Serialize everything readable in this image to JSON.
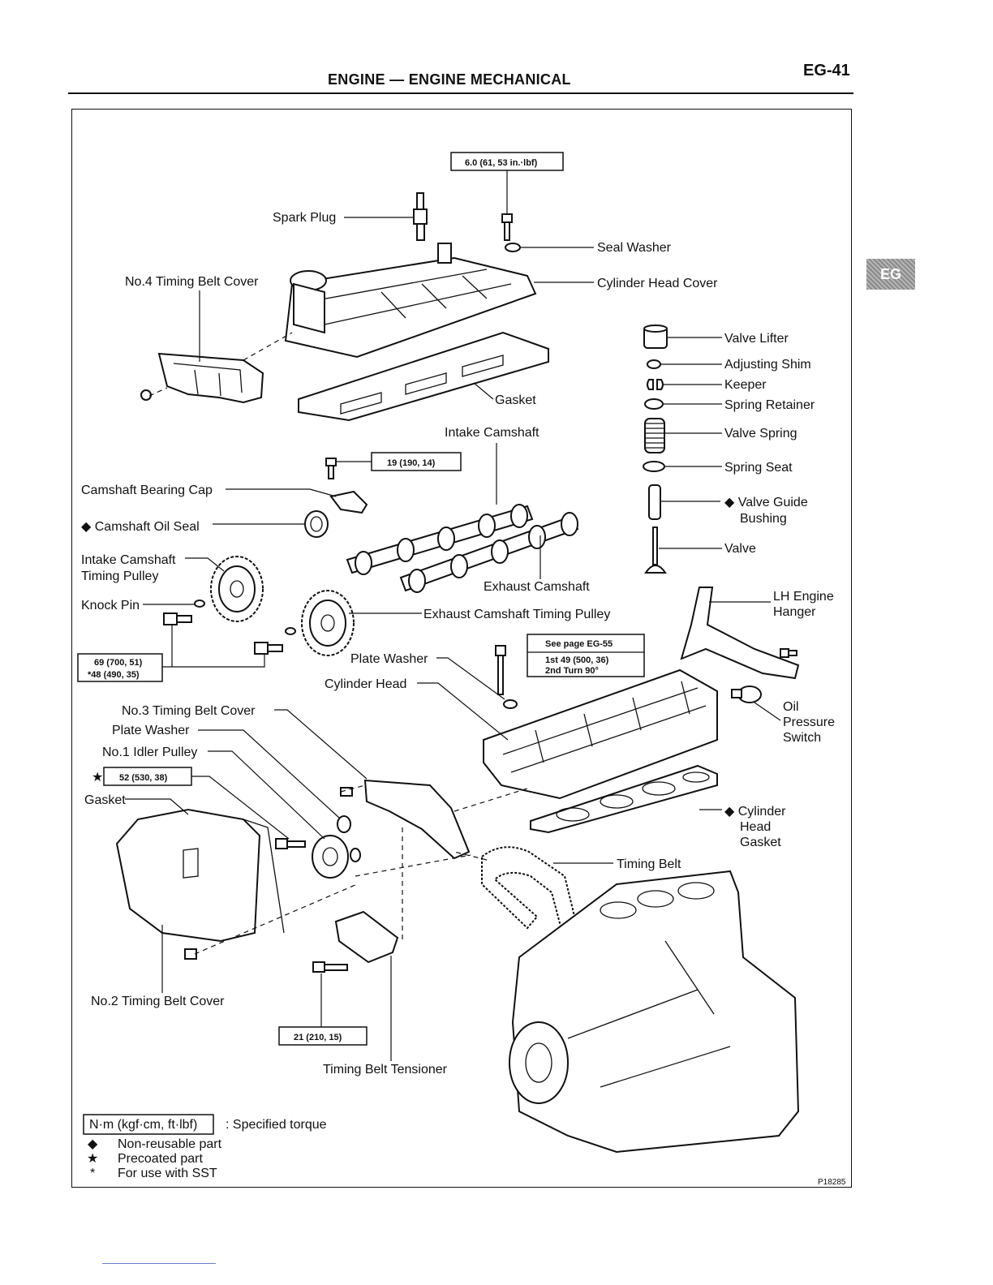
{
  "header": {
    "title": "ENGINE — ENGINE MECHANICAL",
    "page_number": "EG-41",
    "side_tab": "EG"
  },
  "labels": {
    "spark_plug": "Spark Plug",
    "seal_washer": "Seal Washer",
    "no4_timing_belt_cover": "No.4 Timing Belt Cover",
    "cylinder_head_cover": "Cylinder Head Cover",
    "gasket_top": "Gasket",
    "intake_camshaft": "Intake Camshaft",
    "camshaft_bearing_cap": "Camshaft Bearing Cap",
    "camshaft_oil_seal": "◆ Camshaft Oil Seal",
    "intake_camshaft_timing_pulley_1": "Intake Camshaft",
    "intake_camshaft_timing_pulley_2": "Timing Pulley",
    "knock_pin": "Knock Pin",
    "exhaust_camshaft": "Exhaust Camshaft",
    "exhaust_camshaft_timing_pulley": "Exhaust Camshaft Timing Pulley",
    "plate_washer_head": "Plate Washer",
    "cylinder_head": "Cylinder Head",
    "no3_timing_belt_cover": "No.3 Timing Belt Cover",
    "plate_washer_idler": "Plate Washer",
    "no1_idler_pulley": "No.1 Idler Pulley",
    "gasket_lower": "Gasket",
    "no2_timing_belt_cover": "No.2 Timing Belt Cover",
    "timing_belt_tensioner": "Timing Belt Tensioner",
    "timing_belt": "Timing Belt",
    "valve_lifter": "Valve Lifter",
    "adjusting_shim": "Adjusting Shim",
    "keeper": "Keeper",
    "spring_retainer": "Spring Retainer",
    "valve_spring": "Valve Spring",
    "spring_seat": "Spring Seat",
    "valve_guide_bushing_1": "◆ Valve Guide",
    "valve_guide_bushing_2": "Bushing",
    "valve": "Valve",
    "lh_engine_hanger_1": "LH Engine",
    "lh_engine_hanger_2": "Hanger",
    "oil_pressure_switch_1": "Oil",
    "oil_pressure_switch_2": "Pressure",
    "oil_pressure_switch_3": "Switch",
    "cylinder_head_gasket_1": "◆ Cylinder",
    "cylinder_head_gasket_2": "Head",
    "cylinder_head_gasket_3": "Gasket"
  },
  "torques": {
    "head_cover": "6.0 (61, 53 in.·lbf)",
    "bearing_cap": "19 (190, 14)",
    "pulley_line1": "69 (700, 51)",
    "pulley_line2": "*48 (490, 35)",
    "head_bolt_line1": "See page EG-55",
    "head_bolt_line2": "1st 49 (500, 36)",
    "head_bolt_line3": "2nd Turn 90°",
    "idler_pulley": "52 (530, 38)",
    "tensioner": "21 (210, 15)"
  },
  "legend": {
    "unit_box": "N·m (kgf·cm, ft·lbf)",
    "unit_desc": ": Specified torque",
    "non_reusable_symbol": "◆",
    "non_reusable": "Non-reusable part",
    "precoated_symbol": "★",
    "precoated": "Precoated part",
    "sst_symbol": "*",
    "sst": "For use with SST"
  },
  "figure_code": "P18285"
}
